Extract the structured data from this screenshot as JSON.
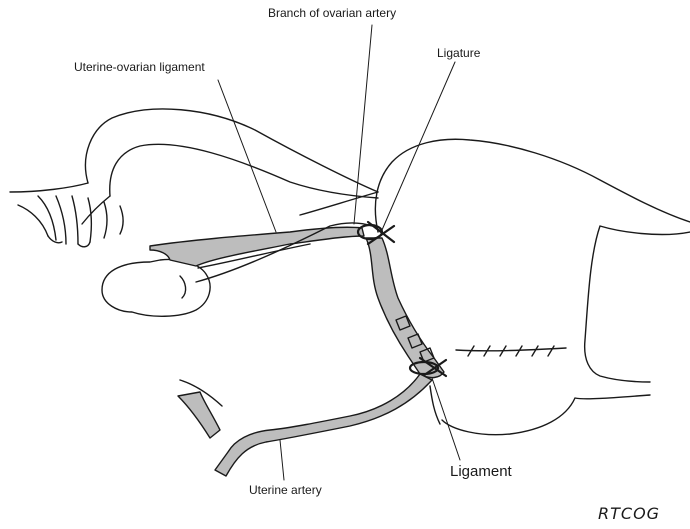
{
  "labels": {
    "branch_of_ovarian_artery": "Branch of ovarian artery",
    "ligature": "Ligature",
    "uterine_ovarian_ligament": "Uterine-ovarian ligament",
    "uterine_artery": "Uterine artery",
    "ligament": "Ligament"
  },
  "credit": "RTCOG",
  "colors": {
    "outline": "#1a1a1a",
    "vessel_fill": "#bdbdbd",
    "background": "#ffffff"
  }
}
